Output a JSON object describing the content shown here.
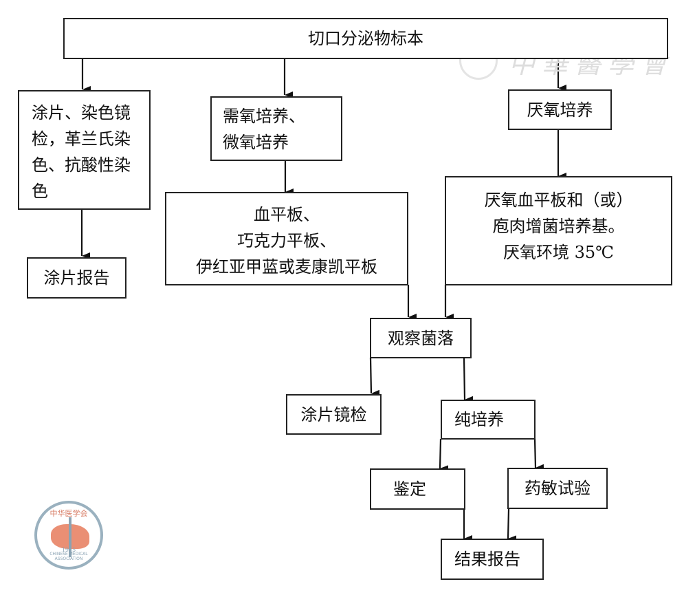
{
  "nodes": {
    "specimen": "切口分泌物标本",
    "smear_stain": [
      "涂片、染色镜",
      "检，革兰氏染",
      "色、抗酸性染",
      "色"
    ],
    "smear_report": "涂片报告",
    "aerobic_culture": [
      "需氧培养、",
      "微氧培养"
    ],
    "aerobic_plates": [
      "血平板、",
      "巧克力平板、",
      "伊红亚甲蓝或麦康凯平板"
    ],
    "anaerobic_culture": "厌氧培养",
    "anaerobic_media": [
      "厌氧血平板和（或）",
      "庖肉增菌培养基。",
      "厌氧环境 35℃"
    ],
    "observe_colonies": "观察菌落",
    "smear_microscopy": "涂片镜检",
    "pure_culture": "纯培养",
    "identification": "鉴定",
    "susceptibility_test": "药敏试验",
    "result_report": "结果报告"
  },
  "edges": [
    [
      "specimen",
      "smear_stain"
    ],
    [
      "specimen",
      "aerobic_culture"
    ],
    [
      "specimen",
      "anaerobic_culture"
    ],
    [
      "smear_stain",
      "smear_report"
    ],
    [
      "aerobic_culture",
      "aerobic_plates"
    ],
    [
      "anaerobic_culture",
      "anaerobic_media"
    ],
    [
      "aerobic_plates",
      "observe_colonies"
    ],
    [
      "anaerobic_media",
      "observe_colonies"
    ],
    [
      "observe_colonies",
      "smear_microscopy"
    ],
    [
      "observe_colonies",
      "pure_culture"
    ],
    [
      "pure_culture",
      "identification"
    ],
    [
      "pure_culture",
      "susceptibility_test"
    ],
    [
      "identification",
      "result_report"
    ],
    [
      "susceptibility_test",
      "result_report"
    ]
  ],
  "watermark": {
    "text": "中華醫學會",
    "logo_name": "中华医学会",
    "logo_english": "CHINESE MEDICAL ASSOCIATION",
    "logo_year": "1915"
  }
}
